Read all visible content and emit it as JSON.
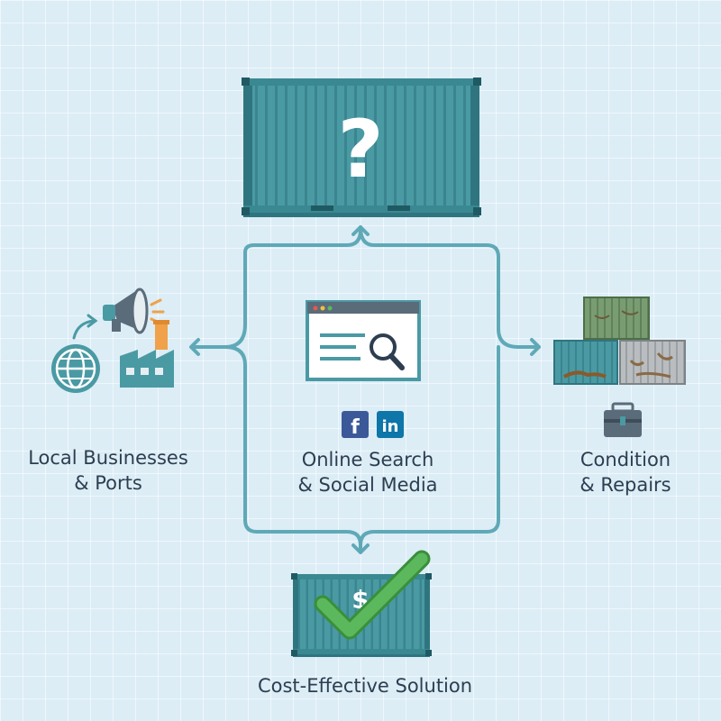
{
  "diagram": {
    "nodes": {
      "top": {
        "symbol": "?",
        "icon": "container-question-icon"
      },
      "left": {
        "line1": "Local Businesses",
        "line2": "& Ports",
        "icons": [
          "globe-icon",
          "megaphone-icon",
          "factory-icon"
        ]
      },
      "center": {
        "line1": "Online Search",
        "line2": "& Social Media",
        "icons": [
          "browser-search-icon",
          "facebook-icon",
          "linkedin-icon"
        ],
        "social": {
          "facebook": "f",
          "linkedin": "in"
        }
      },
      "right": {
        "line1": "Condition",
        "line2": "& Repairs",
        "icons": [
          "stacked-containers-icon",
          "toolbox-icon"
        ]
      },
      "bottom": {
        "line1": "Cost-Effective Solution",
        "symbol": "$",
        "icons": [
          "container-checkmark-icon"
        ]
      }
    },
    "colors": {
      "background": "#dcedf6",
      "container": "#4a9aa4",
      "container_dark": "#2f7580",
      "connector": "#5fa9b7",
      "checkmark": "#5cb85c",
      "orange": "#f0a14a",
      "facebook": "#3b5998",
      "linkedin": "#0e76a8",
      "text": "#2c3e50"
    }
  }
}
